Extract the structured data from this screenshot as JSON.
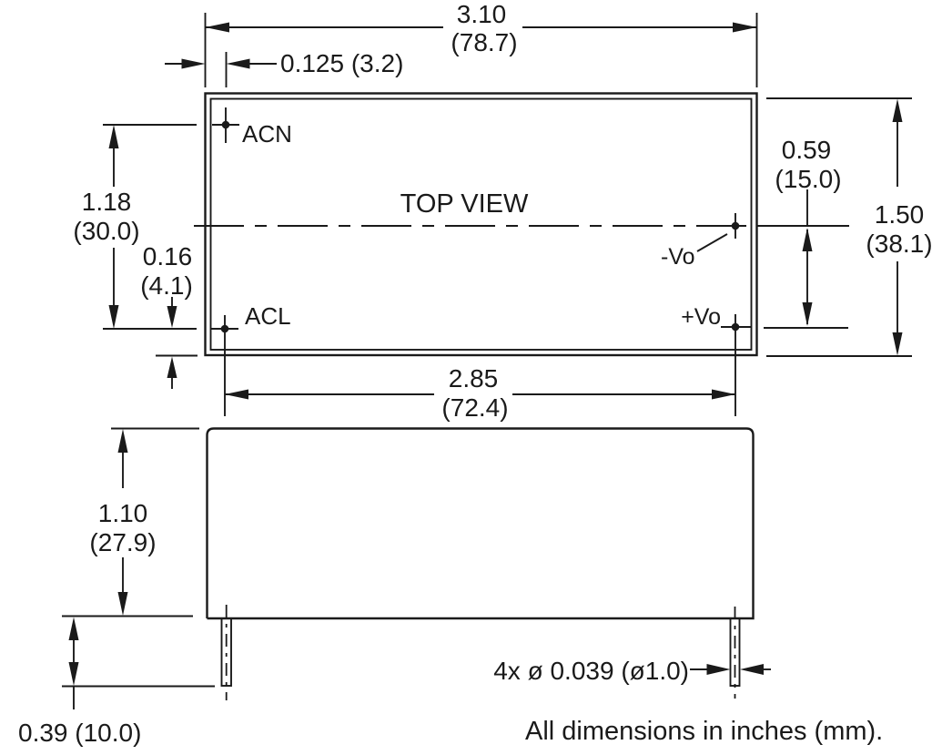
{
  "title": "TOP VIEW",
  "footer": "All dimensions in inches (mm).",
  "colors": {
    "ink": "#1a1a1a",
    "bg": "#ffffff"
  },
  "pins": {
    "acn": "ACN",
    "acl": "ACL",
    "neg_vo": "-Vo",
    "pos_vo": "+Vo"
  },
  "dims": {
    "body_width_in": "3.10",
    "body_width_mm": "(78.7)",
    "pin_offset": "0.125 (3.2)",
    "row_spacing_in": "1.18",
    "row_spacing_mm": "(30.0)",
    "edge_offset_in": "0.16",
    "edge_offset_mm": "(4.1)",
    "vo_offset_in": "0.59",
    "vo_offset_mm": "(15.0)",
    "body_depth_in": "1.50",
    "body_depth_mm": "(38.1)",
    "col_spacing_in": "2.85",
    "col_spacing_mm": "(72.4)",
    "body_height_in": "1.10",
    "body_height_mm": "(27.9)",
    "pin_length": "0.39 (10.0)",
    "pin_dia": "4x ø 0.039 (ø1.0)"
  }
}
